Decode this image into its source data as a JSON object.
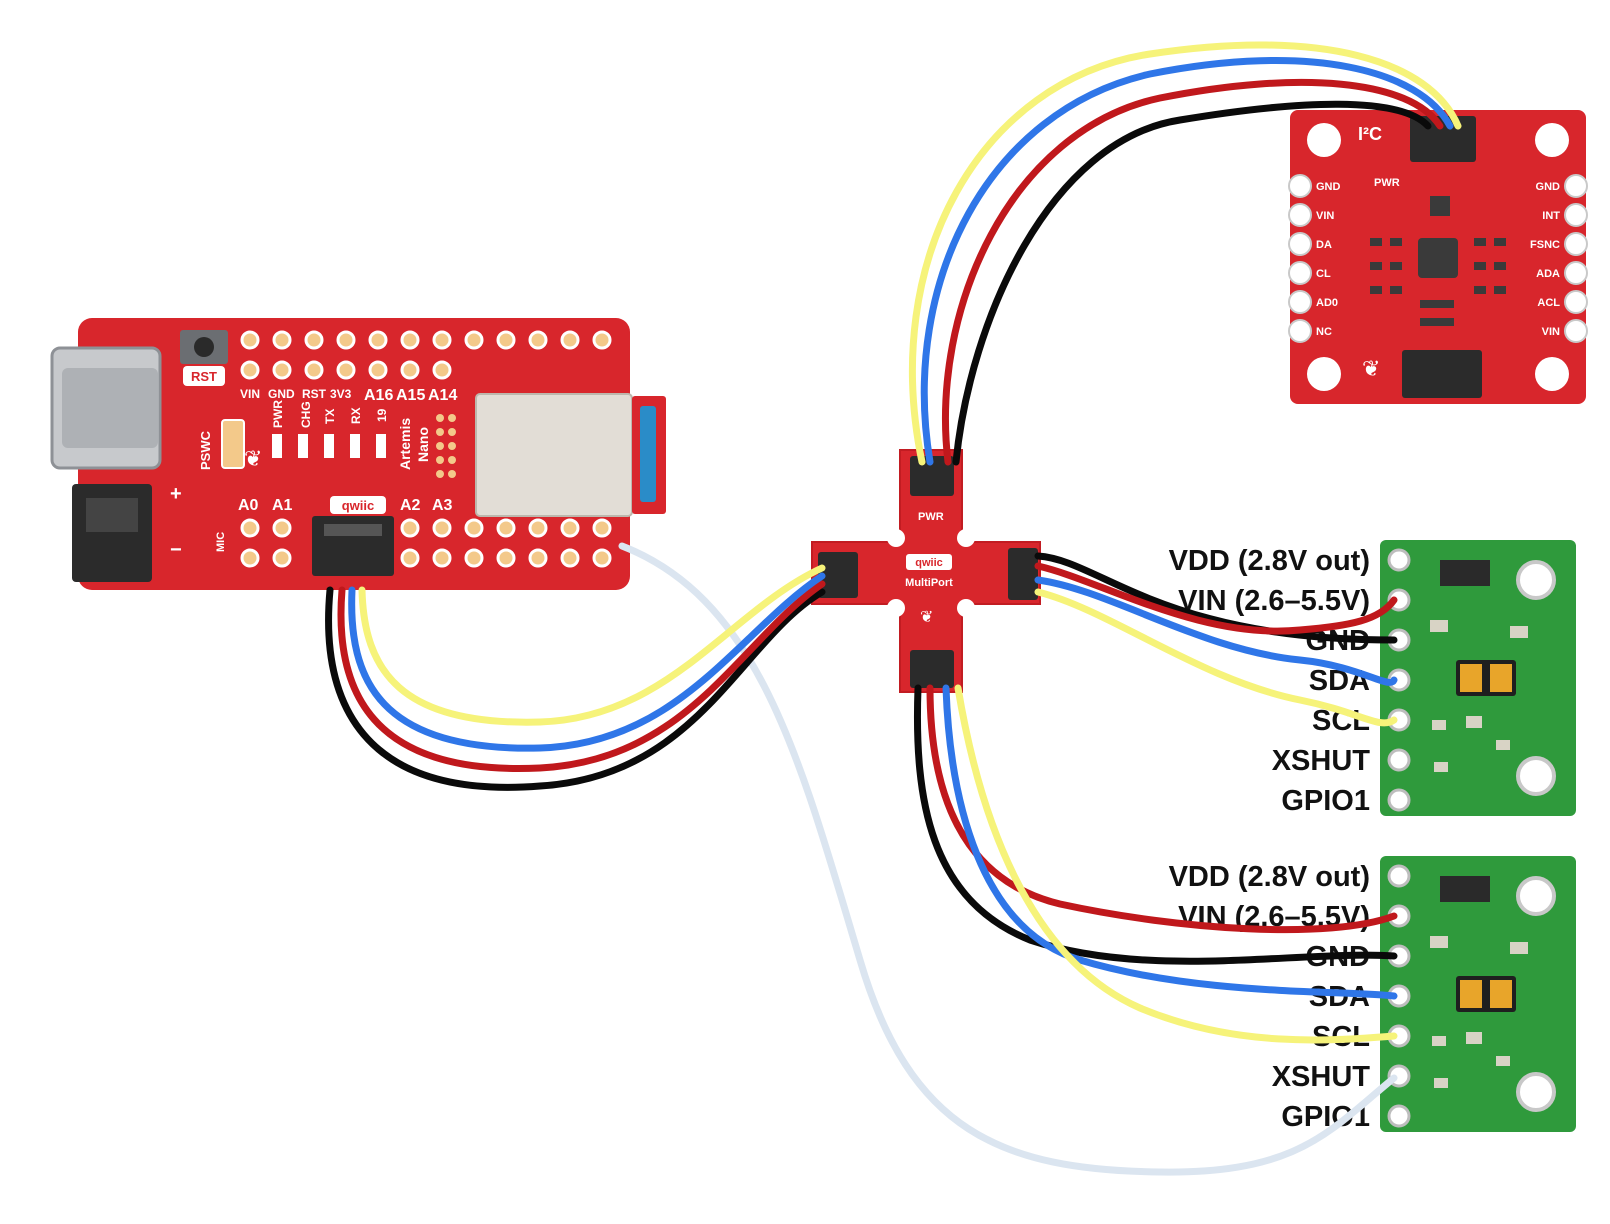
{
  "colors": {
    "board_red": "#d8262c",
    "board_green": "#2f9a3c",
    "wire_yellow": "#f6f37a",
    "wire_blue": "#2f76e8",
    "wire_red": "#c0181c",
    "wire_black": "#0a0a0a",
    "wire_interrupt": "#dbe5f0"
  },
  "artemis": {
    "rst": "RST",
    "vin": "VIN",
    "gnd": "GND",
    "rst_pin": "RST",
    "v33": "3V3",
    "a16": "A16",
    "a15": "A15",
    "a14": "A14",
    "pwr": "PWR",
    "chg": "CHG",
    "tx": "TX",
    "rx": "RX",
    "pin19": "19",
    "name1": "Artemis",
    "name2": "Nano",
    "pswc": "PSWC",
    "mic": "MIC",
    "plus": "+",
    "minus": "−",
    "qwiic": "qwiic",
    "a0": "A0",
    "a1": "A1",
    "a2": "A2",
    "a3": "A3"
  },
  "multiport": {
    "pwr": "PWR",
    "qwiic": "qwiic",
    "name": "MultiPort"
  },
  "imu": {
    "i2c": "I²C",
    "pwr": "PWR",
    "left_pins": [
      "GND",
      "VIN",
      "DA",
      "CL",
      "AD0",
      "NC"
    ],
    "right_pins": [
      "GND",
      "INT",
      "FSNC",
      "ADA",
      "ACL",
      "VIN"
    ]
  },
  "tof_sensor_top": {
    "pins": [
      "VDD (2.8V out)",
      "VIN (2.6–5.5V)",
      "GND",
      "SDA",
      "SCL",
      "XSHUT",
      "GPIO1"
    ]
  },
  "tof_sensor_bottom": {
    "pins": [
      "VDD (2.8V out)",
      "VIN (2.6–5.5V)",
      "GND",
      "SDA",
      "SCL",
      "XSHUT",
      "GPIO1"
    ]
  }
}
